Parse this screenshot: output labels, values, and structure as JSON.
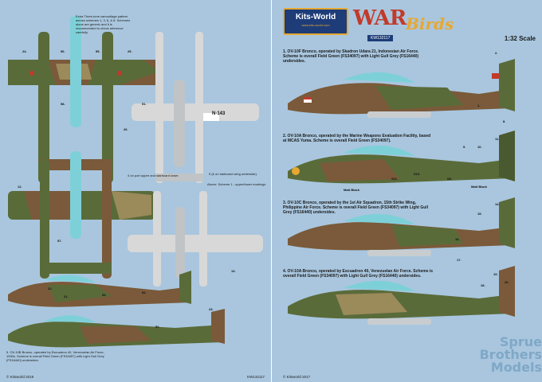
{
  "left": {
    "note_top": "Extra Three-tone camouflage pattern across schemes 1, 3, 6, & 8. Schemes alone are generic and it is recommended to check reference carefully.",
    "note_upper": "Above: Scheme 1 - upper/lower markings",
    "note_tanks": "4 on port upper and starboard lower.",
    "note_starboard": "5 (6 on starboard wing underside).",
    "caption_bottom": "5. OV-10B Bronco, operated by Escuadron 40, Venezuelan Air Force, 1990s. Scheme is overall Field Green (FS34097) with Light Gull Grey (FS16440) undersides.",
    "copyright": "© Kitsworld 2019",
    "code": "KW132117",
    "tail_code": "N-143"
  },
  "right": {
    "brand_name": "Kits-World",
    "brand_url": "www.kits-world.com",
    "logo_war": "WAR",
    "logo_birds": "Birds",
    "scale": "1:32 Scale",
    "code": "KW132117",
    "caption_1": "1. OV-10F Bronco, operated by Skadron Udara 21, Indonesian Air Force. Scheme is overall Field Green (FS34097) with Light Gull Grey (FS16440) undersides.",
    "caption_2": "2. OV-10A Bronco, operated by the Marine Weapons Evaluation Facility, based at MCAS Yuma. Scheme is overall Field Green (FS34097).",
    "caption_3": "3. OV-10C Bronco, operated by the 1st Air Squadron, 15th Strike Wing, Philippine Air Force. Scheme is overall Field Green (FS34097) with Light Gull Grey (FS16440) undersides.",
    "caption_4": "4. OV-10A Bronco, operated by Escuadron 40, Venezuelan Air Force. Scheme is overall Field Green (FS34097) with Light Gull Grey (FS16440) undersides.",
    "matt_black_1": "Matt Black",
    "matt_black_2": "Matt Black",
    "copyright": "© Kitsworld 2017",
    "watermark_1": "Sprue",
    "watermark_2": "Brothers",
    "watermark_3": "Models"
  },
  "callouts": {
    "a": "24.",
    "b": "56.",
    "c": "25.",
    "d": "58.",
    "e": "55.",
    "f": "26.",
    "g": "51.",
    "h": "12.",
    "i": "57.",
    "j": "13.",
    "k": "21.",
    "l": "53.",
    "m": "54.",
    "n": "23.",
    "o": "52.",
    "p": "22.",
    "q": "2.",
    "r": "1.",
    "s": "8.",
    "t": "11.",
    "u": "9.",
    "v": "10.",
    "w": "S10.",
    "x": "S11.",
    "y": "S9.",
    "z": "14.",
    "aa": "15.",
    "ab": "16.",
    "ac": "17.",
    "ad": "19.",
    "ae": "20.",
    "af": "18."
  },
  "colors": {
    "sheet_bg": "#a9c6de",
    "field_green": "#5a6b3a",
    "brown": "#7a5a3a",
    "tan": "#9b8a5a",
    "light_grey": "#c9cdd0",
    "gunship_grey": "#d8d8d8",
    "brand_red": "#c23a2a",
    "brand_yellow": "#e8a830",
    "cyan_canopy": "#7ed0d8"
  }
}
